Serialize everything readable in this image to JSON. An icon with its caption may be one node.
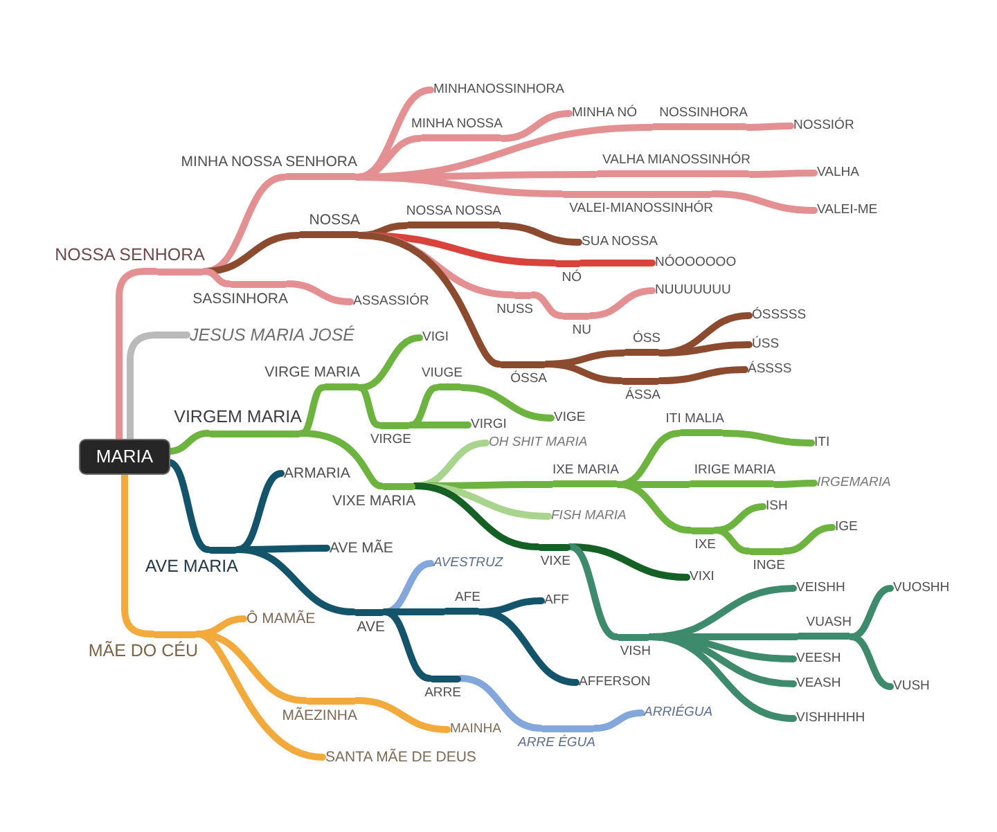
{
  "diagram": {
    "nodes": [
      {
        "text": [
          "MARIA"
        ]
      },
      {
        "text": [
          "NOSSA SENHORA"
        ]
      },
      {
        "text": [
          "MINHA NOSSA SENHORA"
        ]
      },
      {
        "text": [
          "MINHANOSSINHORA"
        ]
      },
      {
        "text": [
          "MINHA NOSSA"
        ]
      },
      {
        "text": [
          "MINHA NÓ"
        ]
      },
      {
        "text": [
          "NOSSINHORA"
        ]
      },
      {
        "text": [
          "NOSSIÓR"
        ]
      },
      {
        "text": [
          "VALHA MIANOSSINHÓR"
        ]
      },
      {
        "text": [
          "VALHA"
        ]
      },
      {
        "text": [
          "VALEI-MIANOSSINHÓR"
        ]
      },
      {
        "text": [
          "VALEI-ME"
        ]
      },
      {
        "text": [
          "NOSSA"
        ]
      },
      {
        "text": [
          "NOSSA NOSSA"
        ]
      },
      {
        "text": [
          "SUA NOSSA"
        ]
      },
      {
        "text": [
          "NÓ"
        ]
      },
      {
        "text": [
          "NÓOOOOOO"
        ]
      },
      {
        "text": [
          "NUSS"
        ]
      },
      {
        "text": [
          "NU"
        ]
      },
      {
        "text": [
          "NUUUUUUU"
        ]
      },
      {
        "text": [
          "ÓSSA"
        ]
      },
      {
        "text": [
          "ÓSS"
        ]
      },
      {
        "text": [
          "ÓSSSSS"
        ]
      },
      {
        "text": [
          "ÚSS"
        ]
      },
      {
        "text": [
          "ÁSSA"
        ]
      },
      {
        "text": [
          "ÁSSSS"
        ]
      },
      {
        "text": [
          "SASSINHORA"
        ]
      },
      {
        "text": [
          "ASSASSIÓR"
        ]
      },
      {
        "text": [
          "JESUS MARIA JOSÉ"
        ]
      },
      {
        "text": [
          "VIRGEM MARIA"
        ]
      },
      {
        "text": [
          "VIRGE MARIA"
        ]
      },
      {
        "text": [
          "VIGI"
        ]
      },
      {
        "text": [
          "VIRGE"
        ]
      },
      {
        "text": [
          "VIUGE"
        ]
      },
      {
        "text": [
          "VIGE"
        ]
      },
      {
        "text": [
          "VIRGI"
        ]
      },
      {
        "text": [
          "VIXE MARIA"
        ]
      },
      {
        "text": [
          "OH SHIT MARIA"
        ]
      },
      {
        "text": [
          "IXE MARIA"
        ]
      },
      {
        "text": [
          "ITI MALIA"
        ]
      },
      {
        "text": [
          "ITI"
        ]
      },
      {
        "text": [
          "IRIGE MARIA"
        ]
      },
      {
        "text": [
          "IRGEMARIA"
        ]
      },
      {
        "text": [
          "IXE"
        ]
      },
      {
        "text": [
          "ISH"
        ]
      },
      {
        "text": [
          "INGE"
        ]
      },
      {
        "text": [
          "IGE"
        ]
      },
      {
        "text": [
          "FISH MARIA"
        ]
      },
      {
        "text": [
          "VIXE"
        ]
      },
      {
        "text": [
          "VIXI"
        ]
      },
      {
        "text": [
          "VISH"
        ]
      },
      {
        "text": [
          "VEISHH"
        ]
      },
      {
        "text": [
          "VUASH"
        ]
      },
      {
        "text": [
          "VUOSHH"
        ]
      },
      {
        "text": [
          "VUSH"
        ]
      },
      {
        "text": [
          "VEESH"
        ]
      },
      {
        "text": [
          "VEASH"
        ]
      },
      {
        "text": [
          "VISHHHHH"
        ]
      },
      {
        "text": [
          "AVE MARIA"
        ]
      },
      {
        "text": [
          "ARMARIA"
        ]
      },
      {
        "text": [
          "AVE MÃE"
        ]
      },
      {
        "text": [
          "AVE"
        ]
      },
      {
        "text": [
          "AVESTRUZ"
        ]
      },
      {
        "text": [
          "AFE"
        ]
      },
      {
        "text": [
          "AFF"
        ]
      },
      {
        "text": [
          "AFFERSON"
        ]
      },
      {
        "text": [
          "ARRE"
        ]
      },
      {
        "text": [
          "ARRE ÉGUA"
        ]
      },
      {
        "text": [
          "ARRIÉGUA"
        ]
      },
      {
        "text": [
          "MÃE DO CÉU"
        ]
      },
      {
        "text": [
          "Ô MAMÃE"
        ]
      },
      {
        "text": [
          "MÃEZINHA"
        ]
      },
      {
        "text": [
          "MAINHA"
        ]
      },
      {
        "text": [
          "SANTA MÃE DE DEUS"
        ]
      }
    ],
    "edges": [
      {
        "from": 0,
        "to": 1,
        "arrow": "none",
        "color": "#e48f92"
      },
      {
        "from": 1,
        "to": 2,
        "arrow": "none",
        "color": "#e48f92"
      },
      {
        "from": 2,
        "to": 3,
        "arrow": "none",
        "color": "#e48f92"
      },
      {
        "from": 2,
        "to": 4,
        "arrow": "none",
        "color": "#e48f92"
      },
      {
        "from": 4,
        "to": 5,
        "arrow": "none",
        "color": "#e48f92"
      },
      {
        "from": 2,
        "to": 6,
        "arrow": "none",
        "color": "#e48f92"
      },
      {
        "from": 6,
        "to": 7,
        "arrow": "none",
        "color": "#e48f92"
      },
      {
        "from": 2,
        "to": 8,
        "arrow": "none",
        "color": "#e48f92"
      },
      {
        "from": 8,
        "to": 9,
        "arrow": "none",
        "color": "#e48f92"
      },
      {
        "from": 2,
        "to": 10,
        "arrow": "none",
        "color": "#e48f92"
      },
      {
        "from": 10,
        "to": 11,
        "arrow": "none",
        "color": "#e48f92"
      },
      {
        "from": 1,
        "to": 12,
        "arrow": "none",
        "color": "#8c4a2f"
      },
      {
        "from": 12,
        "to": 13,
        "arrow": "none",
        "color": "#8c4a2f"
      },
      {
        "from": 13,
        "to": 14,
        "arrow": "none",
        "color": "#8c4a2f"
      },
      {
        "from": 12,
        "to": 15,
        "arrow": "none",
        "color": "#d8433b"
      },
      {
        "from": 15,
        "to": 16,
        "arrow": "none",
        "color": "#d8433b"
      },
      {
        "from": 12,
        "to": 17,
        "arrow": "none",
        "color": "#e48f92"
      },
      {
        "from": 17,
        "to": 18,
        "arrow": "none",
        "color": "#e48f92"
      },
      {
        "from": 18,
        "to": 19,
        "arrow": "none",
        "color": "#e48f92"
      },
      {
        "from": 12,
        "to": 20,
        "arrow": "none",
        "color": "#8c4a2f"
      },
      {
        "from": 20,
        "to": 21,
        "arrow": "none",
        "color": "#8c4a2f"
      },
      {
        "from": 21,
        "to": 22,
        "arrow": "none",
        "color": "#8c4a2f"
      },
      {
        "from": 21,
        "to": 23,
        "arrow": "none",
        "color": "#8c4a2f"
      },
      {
        "from": 20,
        "to": 24,
        "arrow": "none",
        "color": "#8c4a2f"
      },
      {
        "from": 24,
        "to": 25,
        "arrow": "none",
        "color": "#8c4a2f"
      },
      {
        "from": 1,
        "to": 26,
        "arrow": "none",
        "color": "#e48f92"
      },
      {
        "from": 26,
        "to": 27,
        "arrow": "none",
        "color": "#e48f92"
      },
      {
        "from": 0,
        "to": 28,
        "arrow": "none",
        "color": "#bababa"
      },
      {
        "from": 0,
        "to": 29,
        "arrow": "none"
      },
      {
        "from": 29,
        "to": 30,
        "arrow": "none"
      },
      {
        "from": 30,
        "to": 31,
        "arrow": "none"
      },
      {
        "from": 30,
        "to": 32,
        "arrow": "none"
      },
      {
        "from": 32,
        "to": 33,
        "arrow": "none"
      },
      {
        "from": 33,
        "to": 34,
        "arrow": "none"
      },
      {
        "from": 32,
        "to": 35,
        "arrow": "none"
      },
      {
        "from": 29,
        "to": 36,
        "arrow": "none"
      },
      {
        "from": 36,
        "to": 37,
        "arrow": "none",
        "color": "#a9d48d"
      },
      {
        "from": 36,
        "to": 38,
        "arrow": "none"
      },
      {
        "from": 38,
        "to": 39,
        "arrow": "none"
      },
      {
        "from": 39,
        "to": 40,
        "arrow": "none"
      },
      {
        "from": 38,
        "to": 41,
        "arrow": "none"
      },
      {
        "from": 41,
        "to": 42,
        "arrow": "none"
      },
      {
        "from": 38,
        "to": 43,
        "arrow": "none"
      },
      {
        "from": 43,
        "to": 44,
        "arrow": "none"
      },
      {
        "from": 43,
        "to": 45,
        "arrow": "none"
      },
      {
        "from": 45,
        "to": 46,
        "arrow": "none"
      },
      {
        "from": 36,
        "to": 47,
        "arrow": "none",
        "color": "#a9d48d"
      },
      {
        "from": 36,
        "to": 48,
        "arrow": "none",
        "color": "#156125"
      },
      {
        "from": 48,
        "to": 49,
        "arrow": "none",
        "color": "#156125"
      },
      {
        "from": 48,
        "to": 50,
        "arrow": "none",
        "color": "#3e8a6c"
      },
      {
        "from": 50,
        "to": 51,
        "arrow": "none",
        "color": "#3e8a6c"
      },
      {
        "from": 50,
        "to": 52,
        "arrow": "none",
        "color": "#3e8a6c"
      },
      {
        "from": 52,
        "to": 53,
        "arrow": "none",
        "color": "#3e8a6c"
      },
      {
        "from": 52,
        "to": 54,
        "arrow": "none",
        "color": "#3e8a6c"
      },
      {
        "from": 50,
        "to": 55,
        "arrow": "none",
        "color": "#3e8a6c"
      },
      {
        "from": 50,
        "to": 56,
        "arrow": "none",
        "color": "#3e8a6c"
      },
      {
        "from": 50,
        "to": 57,
        "arrow": "none",
        "color": "#3e8a6c"
      },
      {
        "from": 0,
        "to": 58,
        "arrow": "none",
        "color": "#14546b"
      },
      {
        "from": 58,
        "to": 59,
        "arrow": "none",
        "color": "#14546b"
      },
      {
        "from": 58,
        "to": 60,
        "arrow": "none",
        "color": "#14546b"
      },
      {
        "from": 58,
        "to": 61,
        "arrow": "none",
        "color": "#14546b"
      },
      {
        "from": 61,
        "to": 62,
        "arrow": "none",
        "color": "#84a7db"
      },
      {
        "from": 61,
        "to": 63,
        "arrow": "none",
        "color": "#14546b"
      },
      {
        "from": 63,
        "to": 64,
        "arrow": "none",
        "color": "#14546b"
      },
      {
        "from": 63,
        "to": 65,
        "arrow": "none",
        "color": "#14546b"
      },
      {
        "from": 61,
        "to": 66,
        "arrow": "none",
        "color": "#14546b"
      },
      {
        "from": 66,
        "to": 67,
        "arrow": "none",
        "color": "#84a7db"
      },
      {
        "from": 67,
        "to": 68,
        "arrow": "none",
        "color": "#84a7db"
      },
      {
        "from": 0,
        "to": 69,
        "arrow": "none",
        "color": "#f3aa3c"
      },
      {
        "from": 69,
        "to": 70,
        "arrow": "none",
        "color": "#f3aa3c"
      },
      {
        "from": 69,
        "to": 71,
        "arrow": "none",
        "color": "#f3aa3c"
      },
      {
        "from": 71,
        "to": 72,
        "arrow": "none",
        "color": "#f3aa3c"
      },
      {
        "from": 69,
        "to": 73,
        "arrow": "none",
        "color": "#f3aa3c"
      }
    ]
  }
}
